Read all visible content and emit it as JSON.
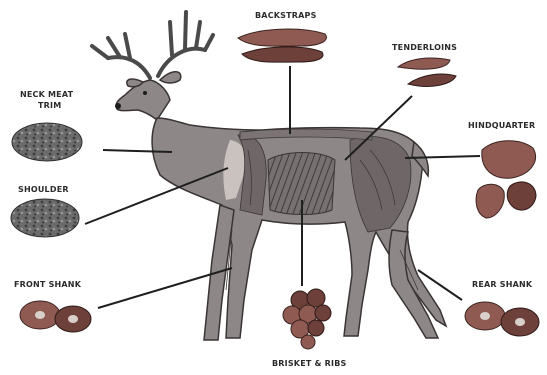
{
  "labels": {
    "backstraps": "BACKSTRAPS",
    "tenderloins": "TENDERLOINS",
    "neck_meat_line1": "NECK MEAT",
    "neck_meat_line2": "TRIM",
    "hindquarter": "HINDQUARTER",
    "shoulder": "SHOULDER",
    "front_shank": "FRONT SHANK",
    "rear_shank": "REAR SHANK",
    "brisket_ribs": "BRISKET & RIBS"
  },
  "colors": {
    "meat": "#8e5a52",
    "deer_coat": "#8e8787",
    "leader_line": "#1f1f1f"
  }
}
